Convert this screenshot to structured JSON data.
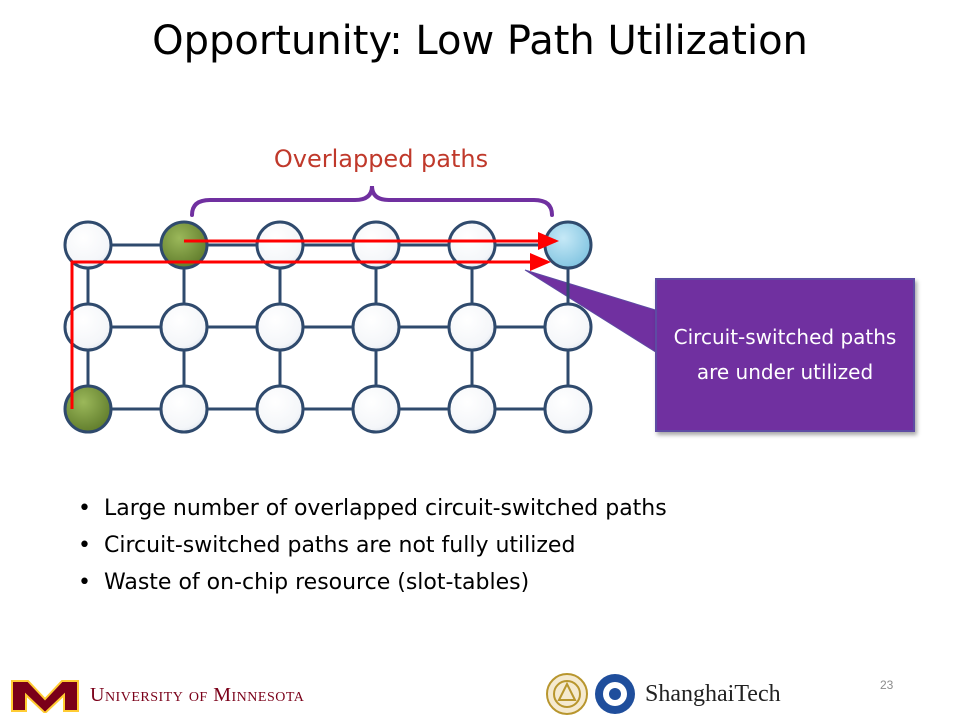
{
  "slide": {
    "title": "Opportunity: Low Path Utilization",
    "page_number": "23"
  },
  "diagram": {
    "brace_label": "Overlapped paths",
    "grid_rows": 3,
    "grid_cols": 6,
    "highlighted_nodes": [
      {
        "row": 0,
        "col": 1,
        "fill": "green"
      },
      {
        "row": 2,
        "col": 0,
        "fill": "green"
      },
      {
        "row": 0,
        "col": 5,
        "fill": "light-blue"
      }
    ],
    "callout_text": "Circuit-switched paths are under utilized",
    "colors": {
      "node": "#ffffff",
      "node_border": "#2f4a6d",
      "link": "#2f4a6d",
      "green_node": "#77933c",
      "blue_node": "#9dd3ea",
      "path": "#ff0000",
      "brace": "#7030a0",
      "label": "#c0392b",
      "callout_bg": "#7030a0"
    }
  },
  "bullets": [
    "Large number of overlapped circuit-switched paths",
    "Circuit-switched paths are not fully utilized",
    "Waste of on-chip resource (slot-tables)"
  ],
  "footer": {
    "left_logo_text": "University of Minnesota",
    "right_logo_text": "ShanghaiTech"
  }
}
